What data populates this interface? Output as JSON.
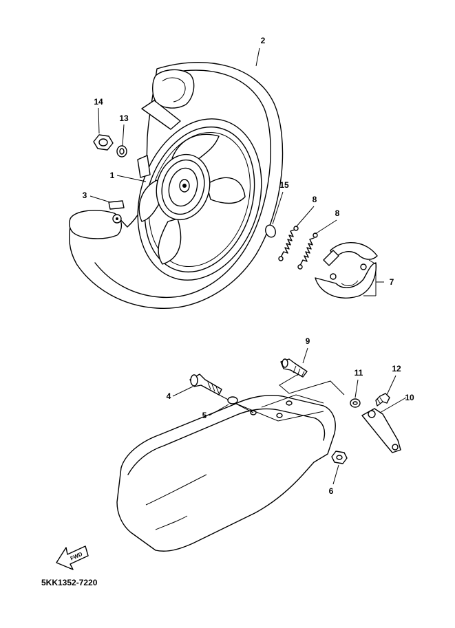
{
  "diagram": {
    "callouts": [
      {
        "id": "1",
        "label": "1"
      },
      {
        "id": "2",
        "label": "2"
      },
      {
        "id": "3",
        "label": "3"
      },
      {
        "id": "4",
        "label": "4"
      },
      {
        "id": "5",
        "label": "5"
      },
      {
        "id": "6",
        "label": "6"
      },
      {
        "id": "7",
        "label": "7"
      },
      {
        "id": "8a",
        "label": "8"
      },
      {
        "id": "8b",
        "label": "8"
      },
      {
        "id": "9",
        "label": "9"
      },
      {
        "id": "10",
        "label": "10"
      },
      {
        "id": "11",
        "label": "11"
      },
      {
        "id": "12",
        "label": "12"
      },
      {
        "id": "13",
        "label": "13"
      },
      {
        "id": "14",
        "label": "14"
      },
      {
        "id": "15",
        "label": "15"
      }
    ],
    "fwd_label": "FWD",
    "part_code": "5KK1352-7220"
  }
}
